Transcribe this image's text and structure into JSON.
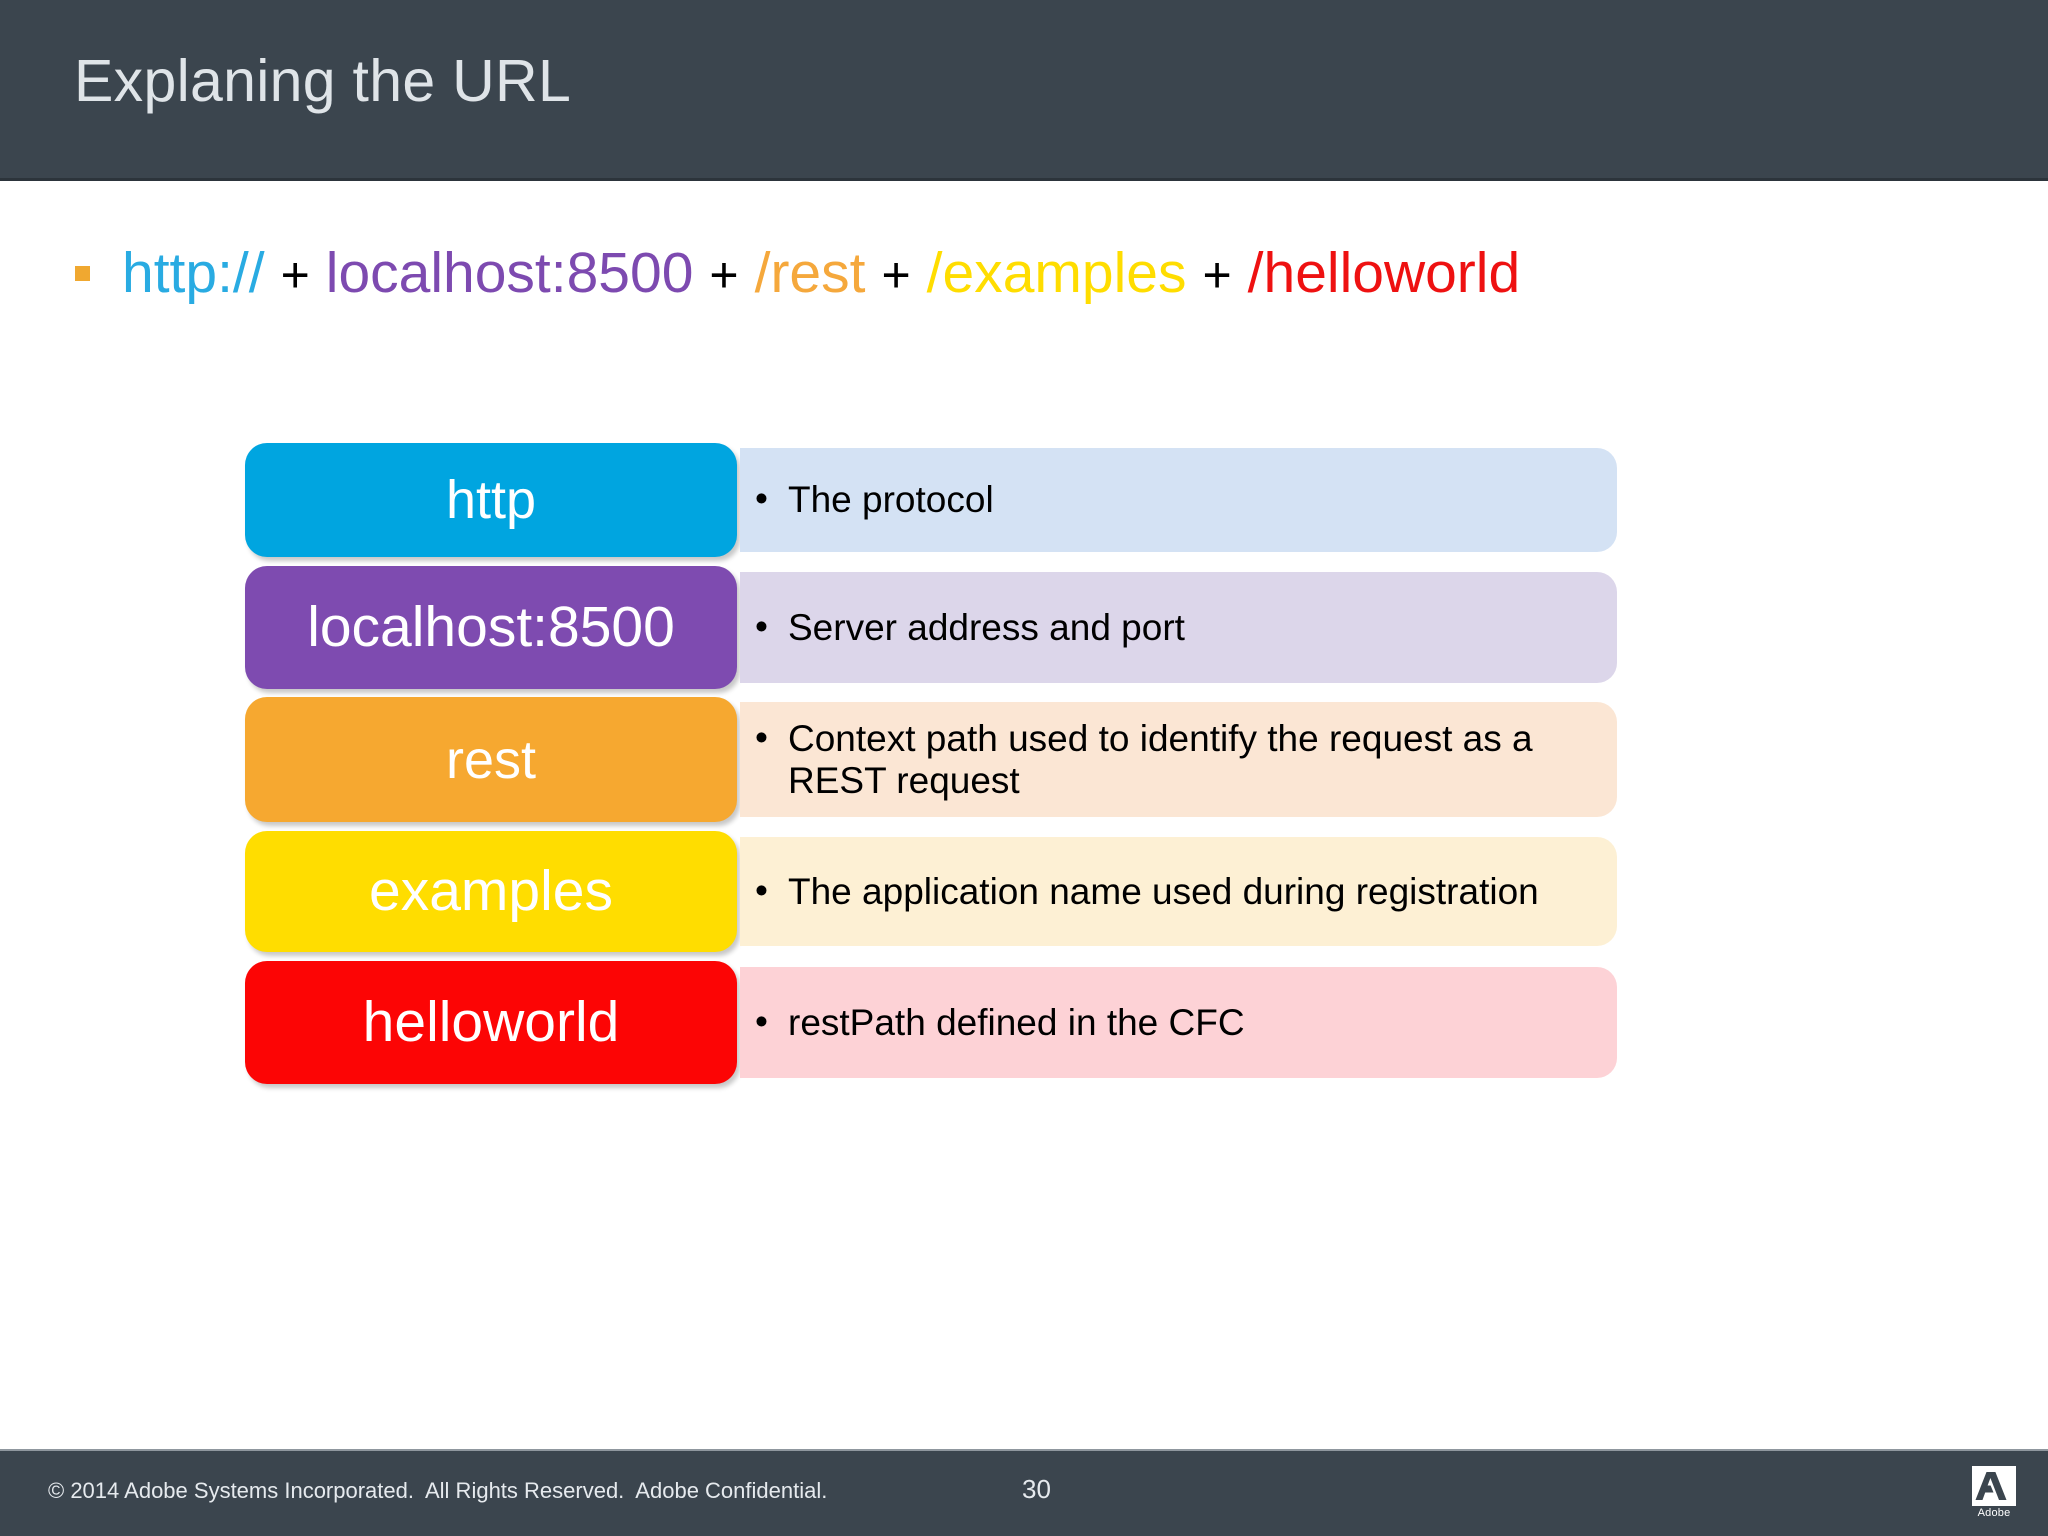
{
  "header": {
    "title": "Explaning the URL",
    "bar_color": "#3b454e",
    "title_color": "#dfe4e8"
  },
  "url_line": {
    "bullet_icon": "square-bullet",
    "bullet_color": "#f0a830",
    "plus_separator": "+",
    "tokens": [
      {
        "text": "http://",
        "color": "#29abe2"
      },
      {
        "text": "localhost:8500",
        "color": "#7d4ab0"
      },
      {
        "text": "/rest",
        "color": "#f5a83c"
      },
      {
        "text": "/examples",
        "color": "#ffdd00"
      },
      {
        "text": "/helloworld",
        "color": "#ee1111"
      }
    ]
  },
  "rows": [
    {
      "chip_label": "http",
      "chip_color": "#00a5e0",
      "panel_color": "#d4e2f4",
      "description": "The protocol",
      "height": 114,
      "gap": 9,
      "panel_inset": 5,
      "label_size": "normal"
    },
    {
      "chip_label": "localhost:8500",
      "chip_color": "#7e4bb0",
      "panel_color": "#dcd6ea",
      "description": "Server address and port",
      "height": 123,
      "gap": 8,
      "panel_inset": 6,
      "label_size": "big"
    },
    {
      "chip_label": "rest",
      "chip_color": "#f6a830",
      "panel_color": "#fbe6d4",
      "description": "Context path used to identify the request as a REST request",
      "height": 125,
      "gap": 9,
      "panel_inset": 5,
      "label_size": "normal"
    },
    {
      "chip_label": "examples",
      "chip_color": "#ffdd00",
      "panel_color": "#fdf0d4",
      "description": "The application name used during registration",
      "height": 121,
      "gap": 9,
      "panel_inset": 6,
      "label_size": "big"
    },
    {
      "chip_label": "helloworld",
      "chip_color": "#fc0505",
      "panel_color": "#fdd2d6",
      "description": "restPath defined in the CFC",
      "height": 123,
      "gap": 0,
      "panel_inset": 6,
      "label_size": "big"
    }
  ],
  "footer": {
    "copyright": "© 2014 Adobe Systems Incorporated.  All Rights Reserved.  Adobe Confidential.",
    "page_number": "30",
    "logo": {
      "name": "adobe-logo",
      "wordmark": "Adobe"
    }
  }
}
